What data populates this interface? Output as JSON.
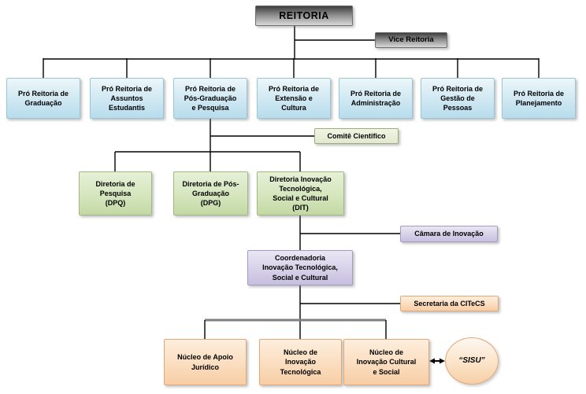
{
  "org": {
    "root": {
      "label": "REITORIA"
    },
    "vice": {
      "label": "Vice Reitoria"
    },
    "pro_reitorias": [
      {
        "label": "Pró Reitoria de\nGraduação"
      },
      {
        "label": "Pró Reitoria de\nAssuntos\nEstudantis"
      },
      {
        "label": "Pró Reitoria de\nPós-Graduação\ne Pesquisa"
      },
      {
        "label": "Pró Reitoria de\nExtensão e\nCultura"
      },
      {
        "label": "Pró Reitoria de\nAdministração"
      },
      {
        "label": "Pró Reitoria de\nGestão de\nPessoas"
      },
      {
        "label": "Pró Reitoria de\nPlanejamento"
      }
    ],
    "comite": {
      "label": "Comitê Cientifico"
    },
    "diretorias": [
      {
        "label": "Diretoria de\nPesquisa\n(DPQ)"
      },
      {
        "label": "Diretoria de Pós-\nGraduação\n(DPG)"
      },
      {
        "label": "Diretoria Inovação\nTecnológica,\nSocial e Cultural\n(DIT)"
      }
    ],
    "camara": {
      "label": "Câmara de Inovação"
    },
    "coordenadoria": {
      "label": "Coordenadoria\nInovação Tecnológica,\nSocial e Cultural"
    },
    "secretaria": {
      "label": "Secretaria da CITeCS"
    },
    "nucleos": [
      {
        "label": "Núcleo de Apoio\nJurídico"
      },
      {
        "label": "Núcleo de\nInovação\nTecnológica"
      },
      {
        "label": "Núcleo de\nInovação Cultural\ne Social"
      }
    ],
    "sisu": {
      "label": "“SISU”"
    },
    "palette": {
      "gray_box_top": "#3e3e3e",
      "gray_box_bottom": "#d9d9d9",
      "blue_fill": "#d4eaf3",
      "blue_border": "#99c5d6",
      "green_fill": "#d7e7c0",
      "green_border": "#a2b883",
      "pale_green_fill": "#eef3de",
      "purple_fill": "#d9d3e9",
      "purple_border": "#a49bc2",
      "orange_fill": "#fbdfc2",
      "orange_border": "#e2a877",
      "connector_black": "#000000",
      "connector_gray_thick": "#7f7f7f",
      "text": "#000000"
    }
  }
}
